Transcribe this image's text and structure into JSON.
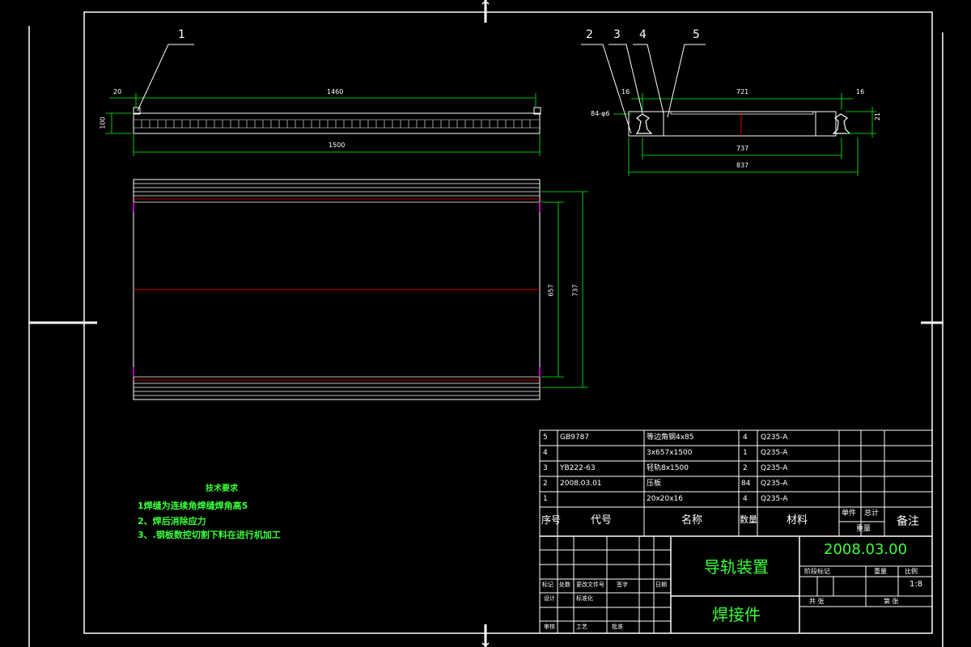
{
  "drawing": {
    "callouts": [
      "1",
      "2",
      "3",
      "4",
      "5"
    ],
    "side_view_dims": {
      "offset": "20",
      "length": "1460",
      "height": "100",
      "total": "1500"
    },
    "section_view_dims": {
      "left_gap": "16",
      "inner_span": "721",
      "right_gap": "16",
      "hole_spec": "84-φ6",
      "rail_height": "21",
      "rail_center": "737",
      "overall": "837"
    },
    "plan_view_dims": {
      "inner": "657",
      "outer": "737"
    }
  },
  "technical_requirements": {
    "title": "技术要求",
    "items": [
      "1焊缝为连续角焊缝焊角高5",
      "2、焊后消除应力",
      "3、.钢板数控切割下料在进行机加工"
    ]
  },
  "bom": {
    "rows": [
      {
        "no": "5",
        "code": "GB9787",
        "name": "等边角钢4x85",
        "qty": "4",
        "material": "Q235-A"
      },
      {
        "no": "4",
        "code": "",
        "name": "3x657x1500",
        "qty": "1",
        "material": "Q235-A"
      },
      {
        "no": "3",
        "code": "YB222-63",
        "name": "轻轨8x1500",
        "qty": "2",
        "material": "Q235-A"
      },
      {
        "no": "2",
        "code": "2008.03.01",
        "name": "压板",
        "qty": "84",
        "material": "Q235-A"
      },
      {
        "no": "1",
        "code": "",
        "name": "20x20x16",
        "qty": "4",
        "material": "Q235-A"
      }
    ],
    "header": {
      "no": "序号",
      "code": "代号",
      "name": "名称",
      "qty": "数量",
      "material": "材料",
      "single": "单件",
      "total": "总计",
      "weight": "重量",
      "note": "备注"
    }
  },
  "title_block": {
    "drawing_name": "导轨装置",
    "part_type": "焊接件",
    "drawing_no": "2008.03.00",
    "scale": "1:8",
    "labels": {
      "stage_mark": "阶段标记",
      "weight": "重量",
      "scale": "比例",
      "sheet": "共 张",
      "sheet_of": "第 张",
      "mark": "标记",
      "count": "处数",
      "change_doc": "更改文件号",
      "signature": "签字",
      "date": "日期",
      "designer": "设计",
      "standardize": "标准化",
      "reviewer": "审核",
      "process": "工艺",
      "approve": "批准"
    }
  },
  "colors": {
    "background": "#000000",
    "outline": "#ffffff",
    "dimension": "#00ff00",
    "centerline": "#ff0000",
    "hidden": "#ff00ff",
    "annotation_text": "#3aff3a"
  }
}
